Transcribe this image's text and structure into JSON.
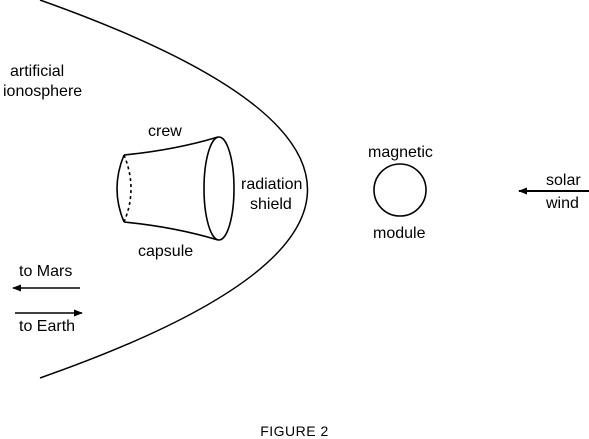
{
  "labels": {
    "artificial_ionosphere_line1": "artificial",
    "artificial_ionosphere_line2": "ionosphere",
    "crew": "crew",
    "capsule": "capsule",
    "radiation_line1": "radiation",
    "radiation_line2": "shield",
    "magnetic": "magnetic",
    "module": "module",
    "solar": "solar",
    "wind": "wind",
    "to_mars": "to Mars",
    "to_earth": "to Earth"
  },
  "caption": "FIGURE 2",
  "colors": {
    "ink": "#000000",
    "background": "#ffffff"
  }
}
